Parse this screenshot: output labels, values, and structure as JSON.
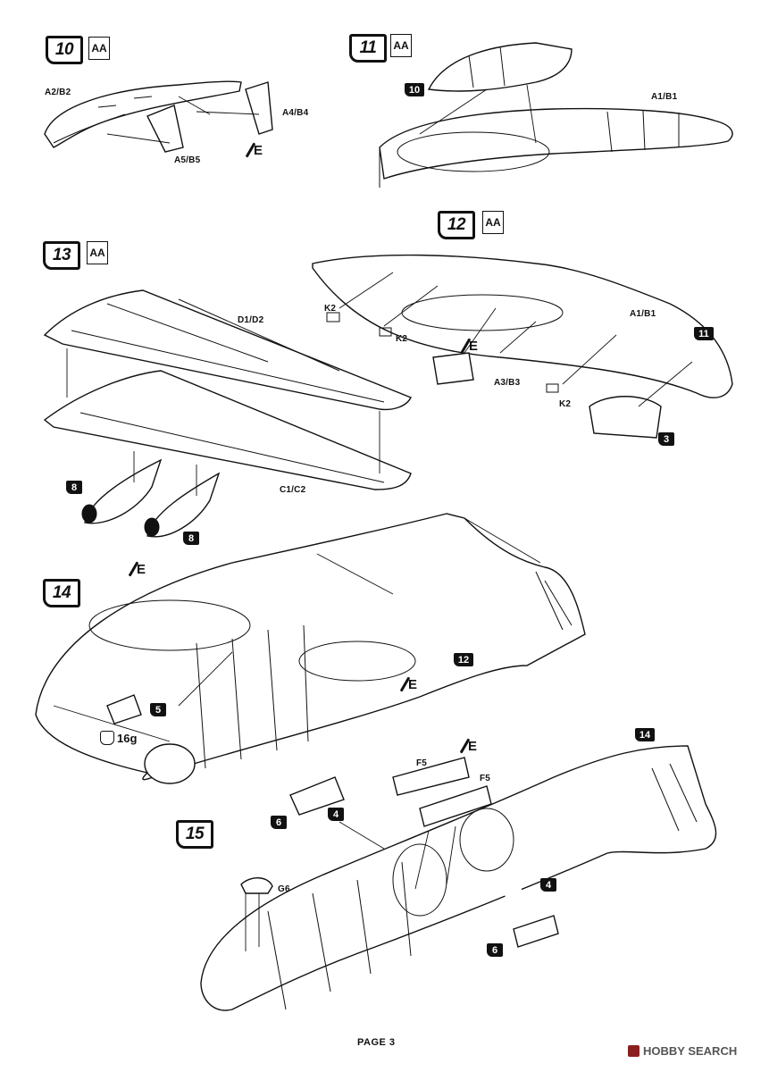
{
  "page": {
    "footer": "PAGE 3",
    "watermark": "HOBBY SEARCH"
  },
  "badge_text": "AA",
  "steps": {
    "s10": "10",
    "s11": "11",
    "s12": "12",
    "s13": "13",
    "s14": "14",
    "s15": "15"
  },
  "labels": {
    "a2b2": "A2/B2",
    "a4b4": "A4/B4",
    "a5b5": "A5/B5",
    "e": "E",
    "a1b1": "A1/B1",
    "k2": "K2",
    "a3b3": "A3/B3",
    "d1d2": "D1/D2",
    "c1c2": "C1/C2",
    "f5": "F5",
    "g6": "G6",
    "weight": "16g"
  },
  "callouts": {
    "c3": "3",
    "c4": "4",
    "c5": "5",
    "c6": "6",
    "c8": "8"
  }
}
